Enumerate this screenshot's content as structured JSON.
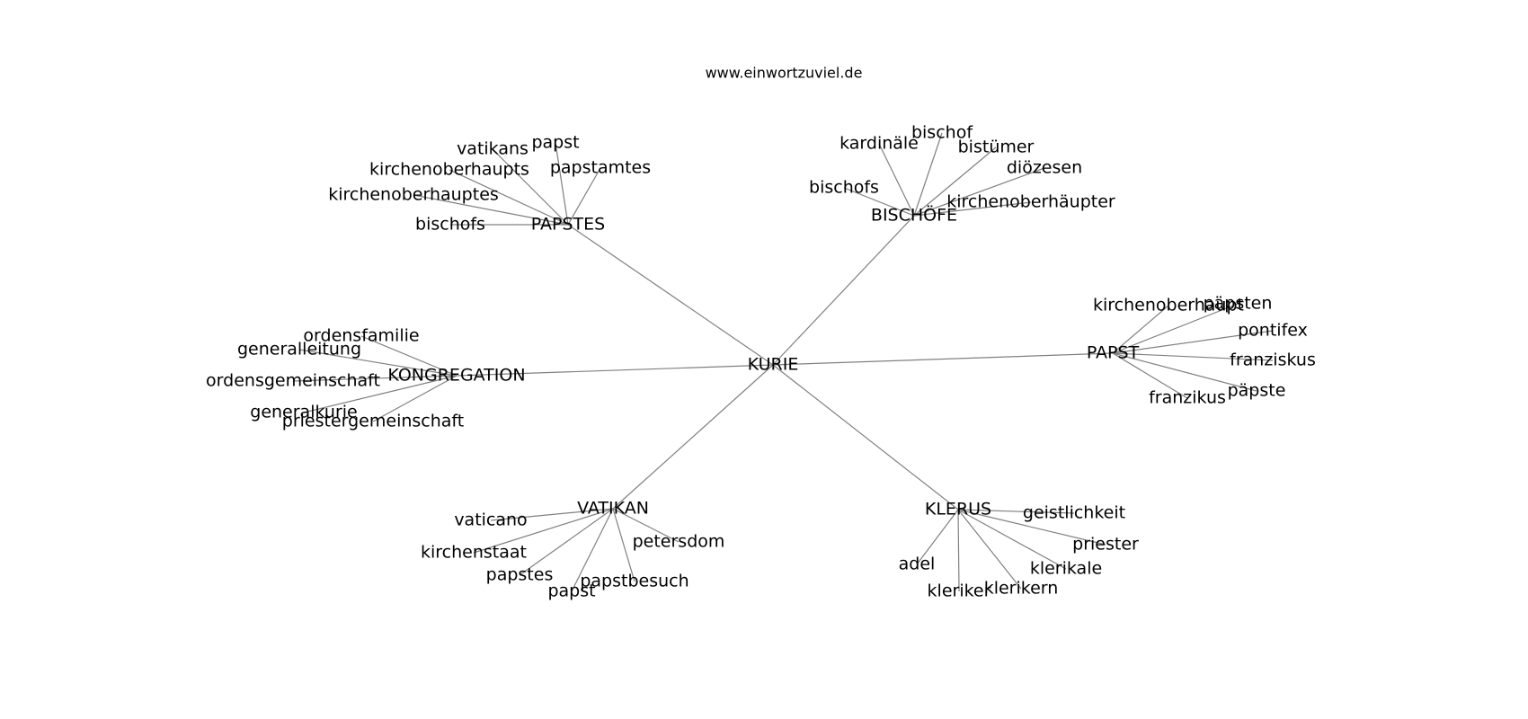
{
  "site": "www.einwortzuviel.de",
  "center": "KURIE",
  "hubs": [
    {
      "label": "PAPSTES",
      "leaves": [
        "vatikans",
        "papst",
        "kirchenoberhaupts",
        "papstamtes",
        "kirchenoberhauptes",
        "bischofs"
      ]
    },
    {
      "label": "BISCHÖFE",
      "leaves": [
        "kardinäle",
        "bischof",
        "bistümer",
        "diözesen",
        "bischofs",
        "kirchenoberhäupter"
      ]
    },
    {
      "label": "PAPST",
      "leaves": [
        "kirchenoberhaupt",
        "päpsten",
        "pontifex",
        "franziskus",
        "päpste",
        "franzikus"
      ]
    },
    {
      "label": "KONGREGATION",
      "leaves": [
        "ordensfamilie",
        "generalleitung",
        "ordensgemeinschaft",
        "generalkurie",
        "priestergemeinschaft"
      ]
    },
    {
      "label": "VATIKAN",
      "leaves": [
        "vaticano",
        "petersdom",
        "kirchenstaat",
        "papstes",
        "papstbesuch",
        "papst"
      ]
    },
    {
      "label": "KLERUS",
      "leaves": [
        "geistlichkeit",
        "priester",
        "adel",
        "klerikale",
        "kleriker",
        "klerikern"
      ]
    }
  ]
}
